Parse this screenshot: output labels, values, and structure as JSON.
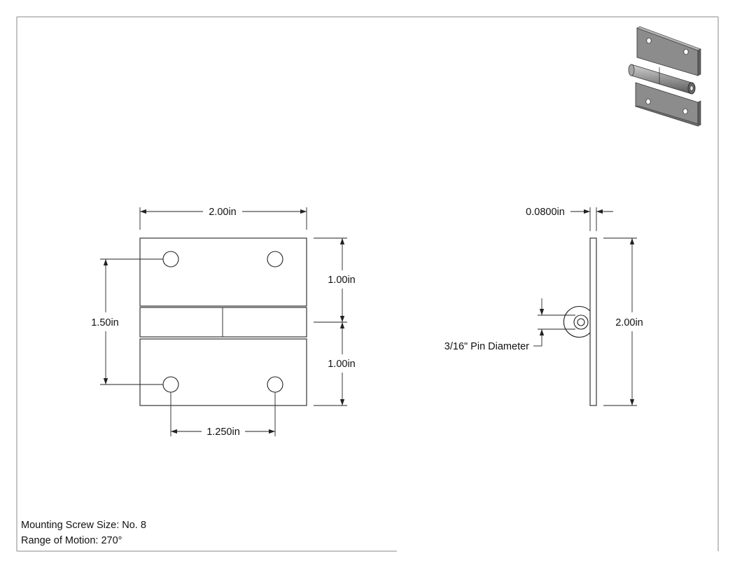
{
  "dimensions": {
    "overall_width": "2.00in",
    "upper_leaf_height": "1.00in",
    "lower_leaf_height": "1.00in",
    "hole_vertical_spacing": "1.50in",
    "hole_horizontal_spacing": "1.250in",
    "thickness": "0.0800in",
    "side_height": "2.00in",
    "pin_diameter": "3/16\" Pin Diameter"
  },
  "notes": {
    "screw_size": "Mounting Screw Size: No. 8",
    "range_of_motion": "Range of Motion: 270°"
  },
  "colors": {
    "line": "#222222",
    "iso_face": "#8c8c8c",
    "iso_dark": "#5f5f5f",
    "iso_light": "#b5b5b5"
  }
}
